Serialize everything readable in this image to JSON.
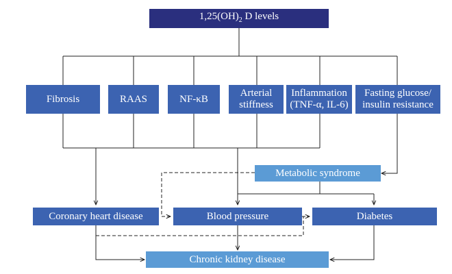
{
  "nodes": {
    "top": {
      "label": "1,25(OH)",
      "sub": "2",
      "suffix": "D levels"
    },
    "fibrosis": {
      "label": "Fibrosis"
    },
    "raas": {
      "label": "RAAS"
    },
    "nfkb": {
      "label": "NF-κB"
    },
    "arterial": {
      "line1": "Arterial",
      "line2": "stiffness"
    },
    "inflammation": {
      "line1": "Inflammation",
      "line2": "(TNF-α, IL-6)"
    },
    "fasting": {
      "line1": "Fasting glucose/",
      "line2": "insulin resistance"
    },
    "metabolic": {
      "label": "Metabolic syndrome"
    },
    "chd": {
      "label": "Coronary heart disease"
    },
    "bp": {
      "label": "Blood pressure"
    },
    "diabetes": {
      "label": "Diabetes"
    },
    "ckd": {
      "label": "Chronic kidney disease"
    }
  },
  "colors": {
    "dark": "#2a2f7e",
    "mid": "#3c63b1",
    "light": "#5b9bd5",
    "line": "#222222"
  }
}
